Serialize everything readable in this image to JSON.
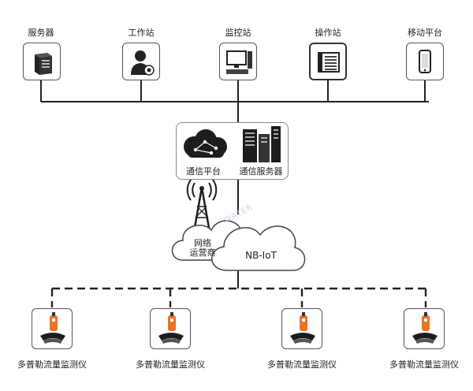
{
  "top_nodes": [
    {
      "label": "服务器",
      "icon": "server-icon"
    },
    {
      "label": "工作站",
      "icon": "workstation-user-icon"
    },
    {
      "label": "监控站",
      "icon": "monitor-station-icon"
    },
    {
      "label": "操作站",
      "icon": "operator-station-icon"
    },
    {
      "label": "移动平台",
      "icon": "mobile-phone-icon"
    }
  ],
  "middle": {
    "comm_platform_label": "通信平台",
    "comm_server_label": "通信服务器"
  },
  "network": {
    "operator_label_line1": "网络",
    "operator_label_line2": "运营商",
    "cloud_label": "NB-IoT",
    "watermark": "WATER"
  },
  "devices": [
    {
      "label": "多普勒流量监测仪",
      "icon": "doppler-flow-meter-icon"
    },
    {
      "label": "多普勒流量监测仪",
      "icon": "doppler-flow-meter-icon"
    },
    {
      "label": "多普勒流量监测仪",
      "icon": "doppler-flow-meter-icon"
    },
    {
      "label": "多普勒流量监测仪",
      "icon": "doppler-flow-meter-icon"
    }
  ],
  "colors": {
    "line": "#222222",
    "device_orange": "#e8732a",
    "cloud_stroke": "#444444"
  }
}
